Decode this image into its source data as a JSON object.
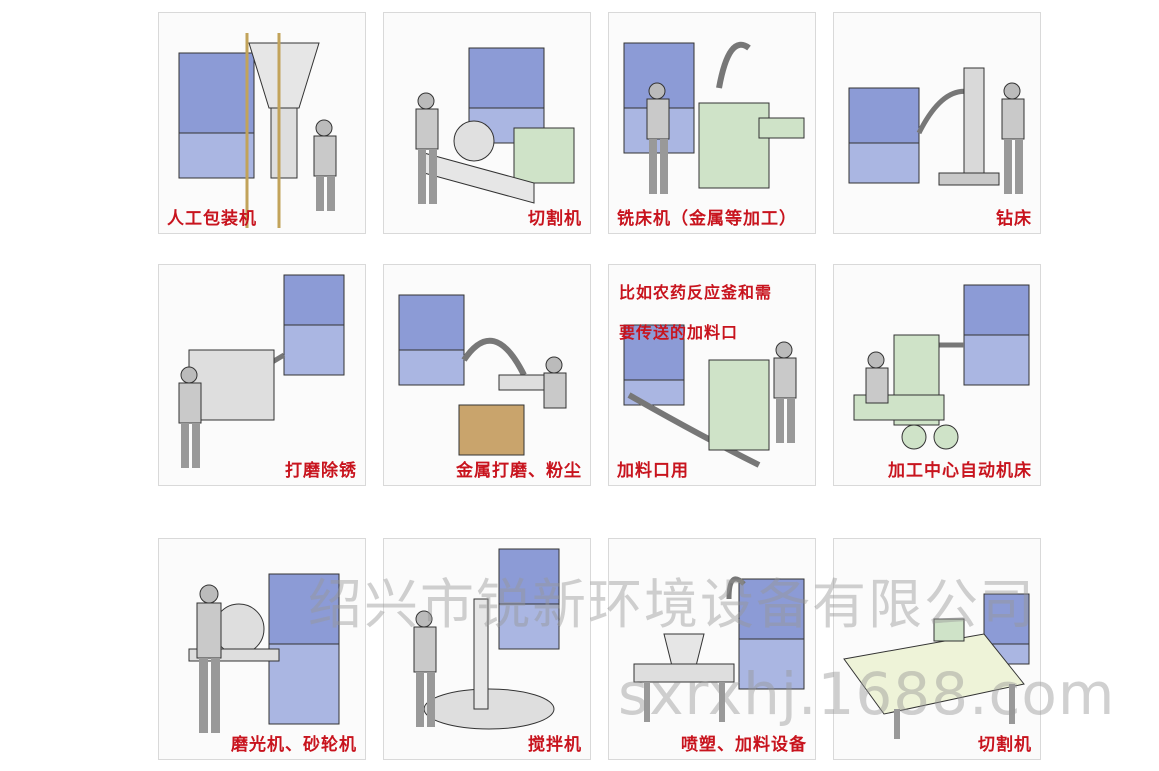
{
  "panels": [
    {
      "caption": "人工包装机"
    },
    {
      "caption": "切割机"
    },
    {
      "caption": "铣床机（金属等加工）"
    },
    {
      "caption": "钻床"
    },
    {
      "caption": "打磨除锈"
    },
    {
      "caption": "金属打磨、粉尘"
    },
    {
      "caption": "加料口用",
      "note_line1": "比如农药反应釜和需",
      "note_line2": "要传送的加料口"
    },
    {
      "caption": "加工中心自动机床"
    },
    {
      "caption": "磨光机、砂轮机"
    },
    {
      "caption": "搅拌机"
    },
    {
      "caption": "喷塑、加料设备"
    },
    {
      "caption": "切割机"
    }
  ],
  "watermark": {
    "company": "绍兴市锐新环境设备有限公司",
    "site": "sxrxhj.1688.com"
  },
  "colors": {
    "caption": "#c8141e",
    "collector": "#8c9bd6",
    "machine": "#cfe3c8",
    "worker": "#bfbfbf"
  }
}
